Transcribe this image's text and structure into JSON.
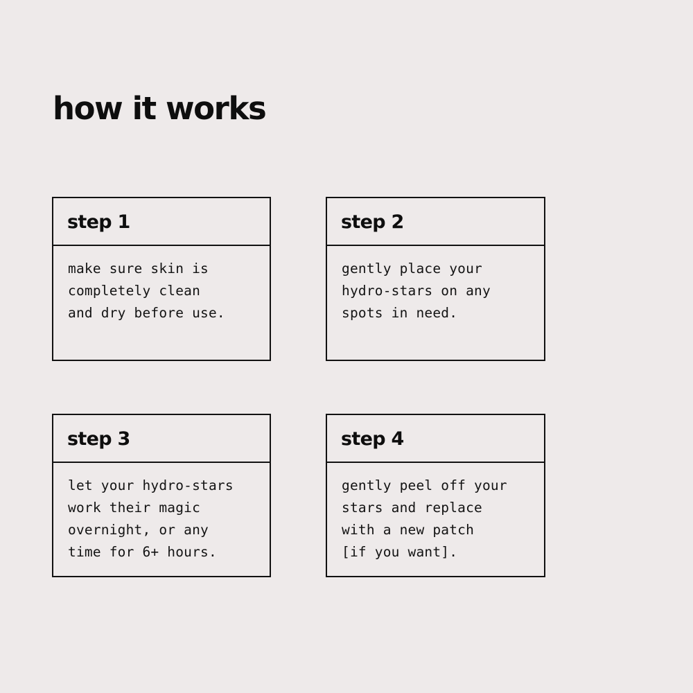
{
  "page": {
    "title": "how it works",
    "background_color": "#EEEAEA",
    "ink_color": "#111111"
  },
  "steps": [
    {
      "header": "step 1",
      "lines": [
        "make sure skin is",
        "completely clean",
        "and dry before use."
      ]
    },
    {
      "header": "step 2",
      "lines": [
        "gently place your",
        "hydro-stars on any",
        "spots in need."
      ]
    },
    {
      "header": "step 3",
      "lines": [
        "let your hydro-stars",
        "work their magic",
        "overnight, or any",
        "time for 6+ hours."
      ]
    },
    {
      "header": "step 4",
      "lines": [
        "gently peel off your",
        "stars and replace",
        "with a new patch",
        "[if you want]."
      ]
    }
  ]
}
